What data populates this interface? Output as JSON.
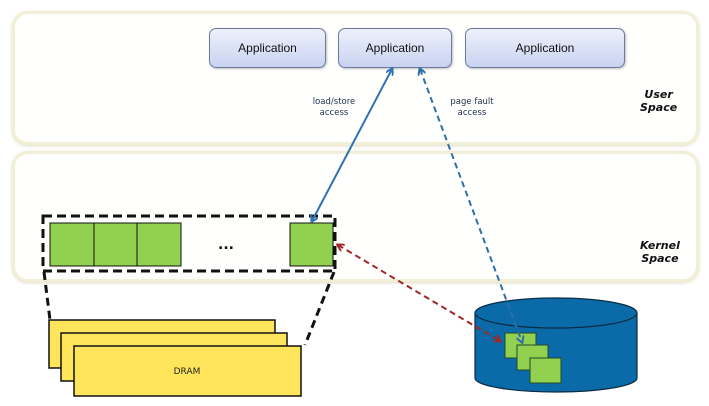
{
  "regions": {
    "user_space": {
      "label_line1": "User",
      "label_line2": "Space"
    },
    "kernel_space": {
      "label_line1": "Kernel",
      "label_line2": "Space"
    }
  },
  "applications": [
    {
      "label": "Application"
    },
    {
      "label": "Application"
    },
    {
      "label": "Application"
    }
  ],
  "arrows": {
    "load_store": {
      "line1": "load/store",
      "line2": "access",
      "style": "solid",
      "color": "#2f73b4"
    },
    "page_fault": {
      "line1": "page fault",
      "line2": "access",
      "style": "dashed",
      "color": "#2f6fa8"
    },
    "swap": {
      "style": "dashed",
      "color": "#a32626"
    }
  },
  "page_cache": {
    "ellipsis": "...",
    "page_color": "#92d050"
  },
  "dram": {
    "label": "DRAM",
    "color": "#ffe55c"
  },
  "disk": {
    "color": "#0a6ba8",
    "page_color": "#92d050"
  }
}
